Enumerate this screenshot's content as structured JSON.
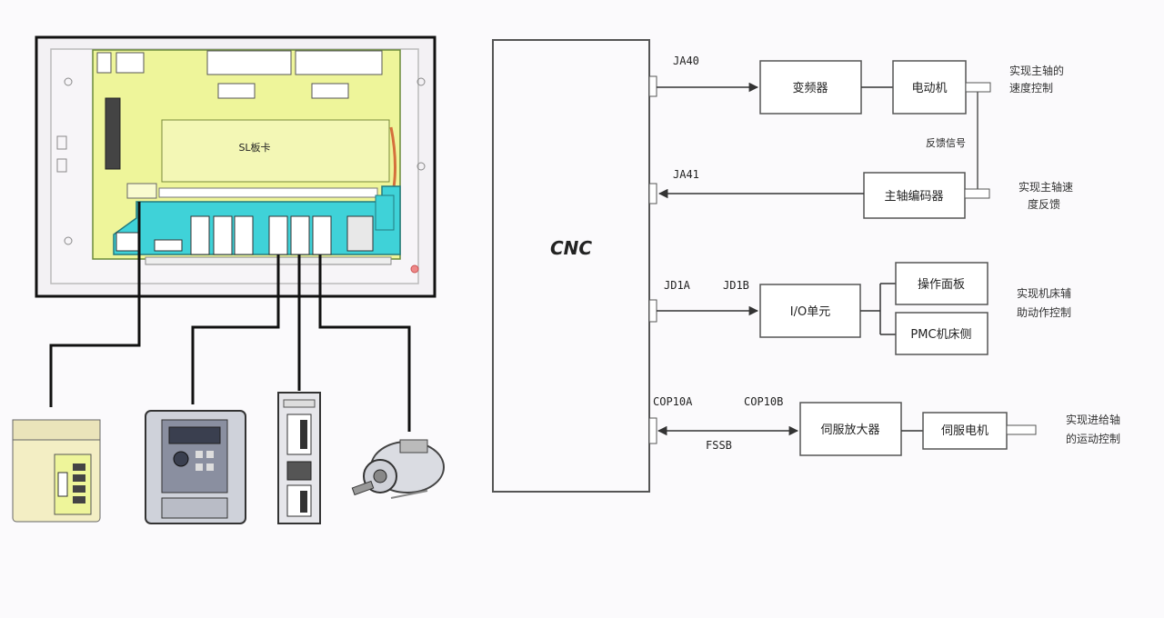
{
  "cnc": {
    "label": "CNC"
  },
  "ports": {
    "ja40": "JA40",
    "ja41": "JA41",
    "jd1a": "JD1A",
    "jd1b": "JD1B",
    "cop10a": "COP10A",
    "cop10b": "COP10B",
    "fssb": "FSSB"
  },
  "boxes": {
    "inverter": "变频器",
    "spindle_motor": "电动机",
    "spindle_encoder": "主轴编码器",
    "io_unit": "I/O单元",
    "operator_panel": "操作面板",
    "machine_io": "PMC机床侧",
    "servo_amp": "伺服放大器",
    "servo_motor": "伺服电机"
  },
  "labels": {
    "feedback_signal": "反馈信号",
    "board_text": "SL板卡"
  },
  "notes": {
    "spindle_control": [
      "实现主轴的",
      "速度控制"
    ],
    "spindle_feedback": [
      "实现主轴速",
      "度反馈"
    ],
    "logic_control": [
      "实现机床辅",
      "助动作控制"
    ],
    "feed_control": [
      "实现进给轴",
      "的运动控制"
    ]
  },
  "colors": {
    "board_yellow": "#eef59a",
    "board_cyan": "#3fd2d8",
    "line": "#222222",
    "box_border": "#555555"
  }
}
